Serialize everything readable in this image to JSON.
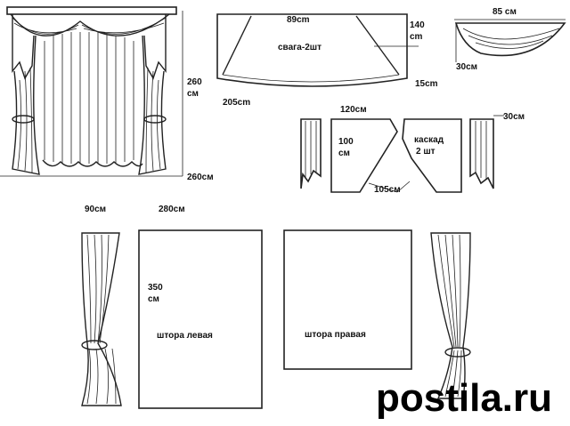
{
  "labels": {
    "curtain_height": "260",
    "curtain_height_unit": "см",
    "curtain_width": "260см",
    "swag_top": "89cm",
    "swag_side": "140",
    "swag_side_unit": "cm",
    "swag_title": "свага-2шт",
    "swag_bottom": "205cm",
    "swag_drop": "15cm",
    "half_swag_width": "85 см",
    "half_swag_drop": "30см",
    "cascade_top": "120см",
    "cascade_side": "100",
    "cascade_side_unit": "см",
    "cascade_title": "каскад",
    "cascade_count": "2 шт",
    "cascade_bottom": "105см",
    "cascade_edge": "30см",
    "tied_width": "90см",
    "panel_width": "280см",
    "panel_height": "350",
    "panel_height_unit": "см",
    "panel_left": "штора левая",
    "panel_right": "штора правая"
  },
  "watermark": "postila.ru"
}
